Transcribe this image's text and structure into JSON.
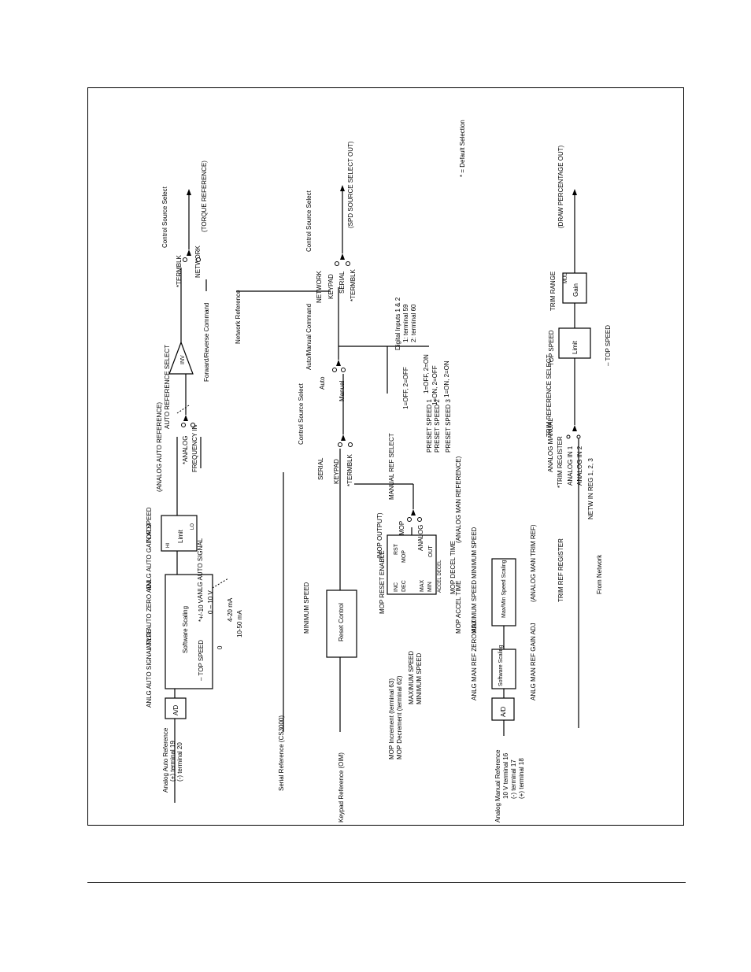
{
  "blocks": {
    "auto_ref_input": {
      "title": "Analog Auto Reference",
      "pos": "(+) terminal 19",
      "neg": "(-) terminal 20"
    },
    "ad_label": "A/D",
    "anlg_auto_signal_type": "ANLG AUTO SIGNAL TYPE",
    "anlg_auto_zero_adj": "ANLG AUTO ZERO ADJ",
    "anlg_auto_gain_adj": "ANLG AUTO GAIN ADJ",
    "software_scaling": "Software Scaling",
    "top_speed": "TOP SPEED",
    "neg_top_speed": "– TOP SPEED",
    "zero": "0",
    "anlg_auto_signal": "ANLG AUTO SIGNAL",
    "sig_opt1": "*+/-10 V",
    "sig_opt2": "0 – 10 V",
    "sig_opt3": "4-20 mA",
    "sig_opt4": "10-50 mA",
    "limit": "Limit",
    "hi": "HI",
    "lo": "LO",
    "analog_auto_reference": "(ANALOG AUTO REFERENCE)",
    "auto_ref_opt_analog": "*ANALOG",
    "auto_ref_opt_freq": "FREQUENCY IN",
    "auto_reference_select": "AUTO REFERENCE SELECT",
    "inv": "INV",
    "fwd_rev_command": "Forward/Reverse Command",
    "network_reference": "Network Reference",
    "control_source_select": "Control Source Select",
    "opt_termblk": "*TERMBLK",
    "opt_network": "NETWORK",
    "torque_reference": "(TORQUE REFERENCE)",
    "opt_keypad": "KEYPAD",
    "opt_serial": "SERIAL",
    "spd_source": "(SPD SOURCE SELECT OUT)",
    "default_selection": "* = Default Selection",
    "auto_manual_command": "Auto/Manual Command",
    "auto": "Auto",
    "manual": "Manual",
    "digital_inputs": "Digital Inputs 1 & 2",
    "terminal59": "1: terminal 59",
    "terminal60": "2: terminal 60",
    "preset1": "PRESET SPEED 1",
    "preset2": "PRESET SPEED 2",
    "preset3": "PRESET SPEED 3",
    "preset_code1": "1=OFF, 2=ON",
    "preset_code2": "1=ON, 2=OFF",
    "preset_code3": "1=ON, 2=ON",
    "preset_code0": "1=OFF, 2=OFF",
    "serial_reference": "Serial Reference (CS3000)",
    "keypad_reference": "Keypad Reference (OIM)",
    "minimum_speed": "MINIMUM SPEED",
    "reset_control": "Reset Control",
    "mop_reset_enable": "MOP RESET ENABLE",
    "mop_output": "(MOP OUTPUT)",
    "mop_inc": "MOP Increment (terminal 63)",
    "mop_dec": "MOP Decrement (terminal 62)",
    "maximum_speed": "MAXIMUM SPEED",
    "min_speed2": "MINIMUM SPEED",
    "inc": "INC",
    "dec": "DEC",
    "max": "MAX",
    "min": "MIN",
    "rst": "RST",
    "out": "OUT",
    "mop": "MOP",
    "accel_decel": "ACCEL DECEL",
    "mop_accel_time": "MOP ACCEL TIME",
    "mop_decel_time": "MOP DECEL TIME",
    "manual_ref_select": "MANUAL REF SELECT",
    "opt_mop": "MOP",
    "opt_analog": "ANALOG",
    "analog_man_reference": "(ANALOG MAN REFERENCE)",
    "analog_manual_input": {
      "title": "Analog Manual Reference",
      "v": "10 V terminal 16",
      "neg": "(-) terminal 17",
      "pos": "(+) terminal 18"
    },
    "anlg_man_ref_zero_adj": "ANLG MAN REF ZERO ADJ",
    "anlg_man_ref_gain_adj": "ANLG MAN REF GAIN ADJ",
    "software_scaling2": "Software Scaling",
    "maximum_speed2": "MAXIMUM SPEED",
    "minimum_speed3": "MINIMUM SPEED",
    "max_min_speed_scaling": "Max/Min Speed Scaling",
    "analog_man_trim_ref": "(ANALOG MAN TRIM REF)",
    "trim_ref_register": "TRIM REF REGISTER",
    "trim_opt1": "ANALOG MANUAL",
    "trim_opt2": "*TRIM REGISTER",
    "trim_opt3": "ANALOG IN 1",
    "trim_opt4": "ANALOG IN 2",
    "trim_opt5": "NETW IN REG 1, 2, 3",
    "from_network": "From Network",
    "trim_reference_select": "TRIM REFERENCE SELECT",
    "neg_top_speed2": "– TOP SPEED",
    "top_speed2": "TOP SPEED",
    "trim_range": "TRIM RANGE",
    "mul": "MUL",
    "gain": "Gain",
    "draw_percentage_out": "(DRAW PERCENTAGE OUT)"
  }
}
